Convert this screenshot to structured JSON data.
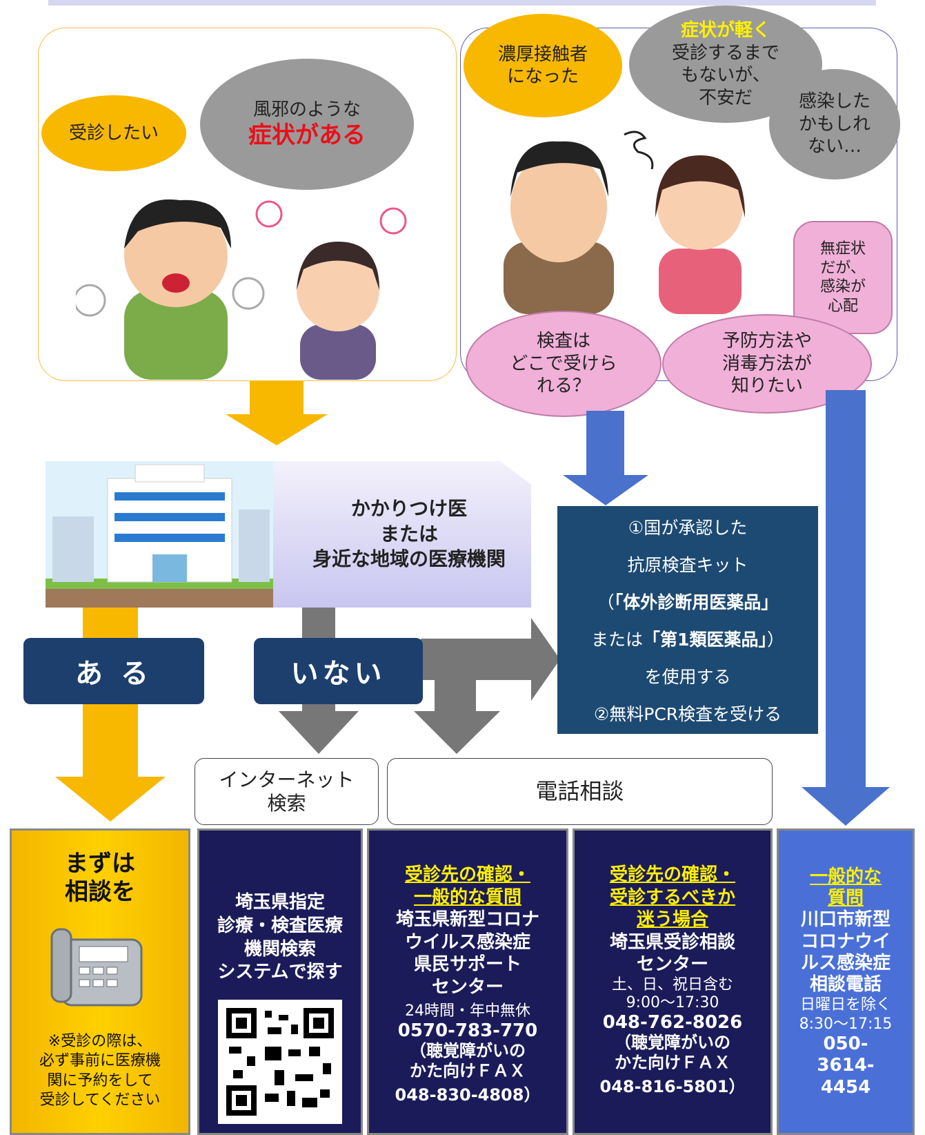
{
  "colors": {
    "yellow_arrow": "#f8b800",
    "blue_arrow": "#4a72cc",
    "gray_arrow": "#777777",
    "navy": "#1d3f6e",
    "dark_navy": "#1b1b5a",
    "accent_red": "#e8101a",
    "accent_yellow": "#fff000"
  },
  "left_panel": {
    "bubble_consult": "受診したい",
    "bubble_symptom_line1": "風邪のような",
    "bubble_symptom_line2": "症状がある"
  },
  "right_panel": {
    "bubble_close_contact": "濃厚接触者\nになった",
    "bubble_mild_highlight": "症状が軽く",
    "bubble_mild_rest": "受診するまで\nもないが、\n不安だ",
    "bubble_infected": "感染した\nかもしれ\nない…",
    "bubble_asymptomatic": "無症状\nだが、\n感染が\n心配",
    "bubble_where_test": "検査は\nどこで受けら\nれる？",
    "bubble_prevention": "予防方法や\n消毒方法が\n知りたい"
  },
  "hospital": {
    "label": "かかりつけ医\nまたは\n身近な地域の医療機関"
  },
  "decision": {
    "yes_label": "あ る",
    "no_label": "いない"
  },
  "test_info": {
    "line1": "①国が承認した",
    "line2": "抗原検査キット",
    "line3_pre": "（",
    "line3_bold": "「体外診断用医薬品」",
    "line4_pre": "または",
    "line4_bold": "「第1類医薬品」",
    "line4_post": "）",
    "line5": "を使用する",
    "line6": "②無料PCR検査を受ける"
  },
  "channels": {
    "internet": "インターネット\n検索",
    "phone": "電話相談"
  },
  "columns": {
    "first_consult": {
      "title": "まずは\n相談を",
      "note": "※受診の際は、\n必ず事前に医療機\n関に予約をして\n受診してください"
    },
    "search_system": {
      "text": "埼玉県指定\n診療・検査医療\n機関検索\nシステムで探す"
    },
    "support_center": {
      "heading": "受診先の確認・\n一般的な質問",
      "name": "埼玉県新型コロナ\nウイルス感染症\n県民サポート\nセンター",
      "hours": "24時間・年中無休",
      "phone": "0570-783-770",
      "fax_note": "（聴覚障がいの\nかた向けＦＡＸ",
      "fax": "048-830-4808）"
    },
    "consult_center": {
      "heading": "受診先の確認・\n受診するべきか\n迷う場合",
      "name": "埼玉県受診相談\nセンター",
      "hours": "土、日、祝日含む\n9:00～17:30",
      "phone": "048-762-8026",
      "fax_note": "（聴覚障がいの\nかた向けＦＡＸ",
      "fax": "048-816-5801）"
    },
    "city_line": {
      "heading": "一般的な\n質問",
      "name": "川口市新型\nコロナウイ\nルス感染症\n相談電話",
      "hours": "日曜日を除く\n8:30～17:15",
      "phone": "050-\n3614-\n4454"
    }
  }
}
